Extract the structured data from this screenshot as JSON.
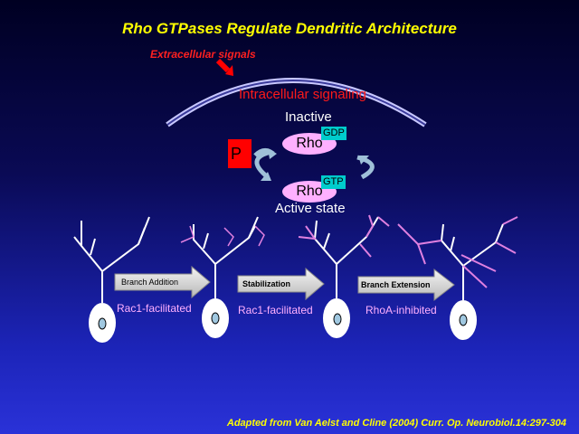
{
  "slide": {
    "title": "Rho GTPases Regulate Dendritic Architecture",
    "extracellular_label": "Extracellular signals",
    "intracellular_label": "Intracellular signaling",
    "inactive_label": "Inactive",
    "active_label": "Active state",
    "rho_label": "Rho",
    "gdp_label": "GDP",
    "gtp_label": "GTP",
    "p_label": "P",
    "stages": [
      {
        "arrow_label": "Branch Addition",
        "sub_label": "Rac1-facilitated"
      },
      {
        "arrow_label": "Stabilization",
        "sub_label": "Rac1-facilitated"
      },
      {
        "arrow_label": "Branch Extension",
        "sub_label": "RhoA-inhibited"
      }
    ],
    "credit": "Adapted from Van Aelst and Cline (2004) Curr. Op. Neurobiol.14:297-304",
    "colors": {
      "title": "#ffff00",
      "red": "#ff2020",
      "rho": "#ffb0ff",
      "tag": "#00cccc",
      "dendrite_pink": "#e080e0"
    }
  }
}
